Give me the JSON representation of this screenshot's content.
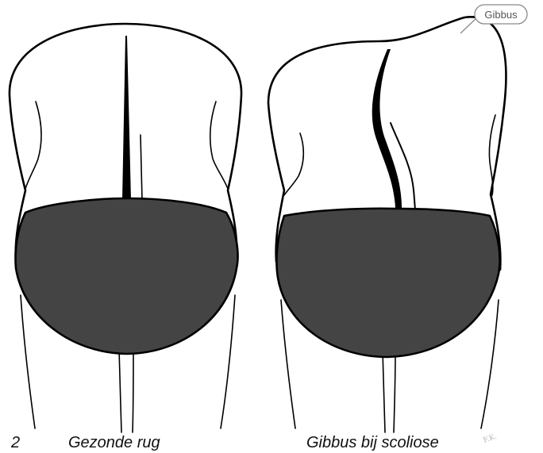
{
  "figure": {
    "number": "2",
    "left_caption": "Gezonde rug",
    "right_caption": "Gibbus bij scoliose",
    "callout_label": "Gibbus",
    "signature": "F.K."
  },
  "colors": {
    "outline": "#000000",
    "briefs": "#444444",
    "background": "#ffffff",
    "callout_border": "#8a8a8a"
  }
}
